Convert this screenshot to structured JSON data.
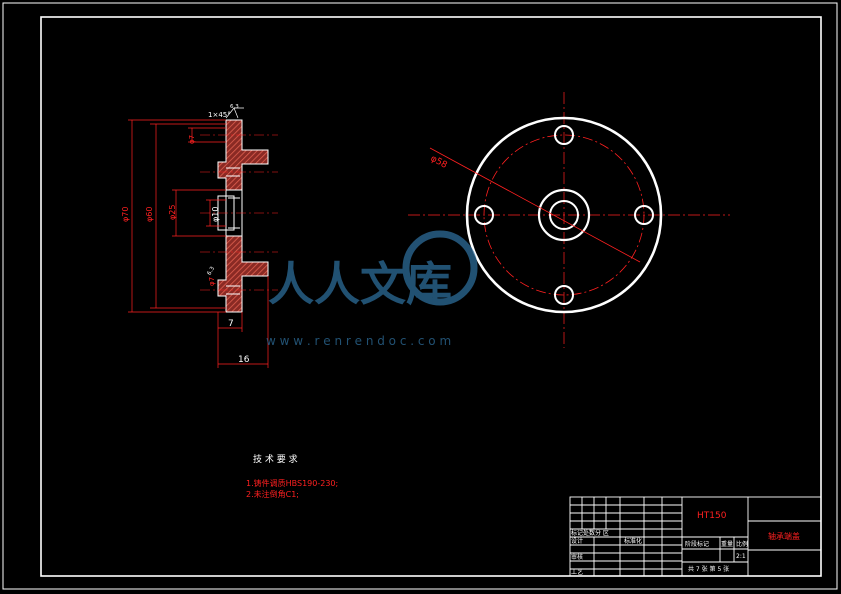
{
  "colors": {
    "background": "#000000",
    "line": "#ffffff",
    "dimension": "#ff2020",
    "hatch": "#d04a3c",
    "center": "#ff2020",
    "watermark": "#2d6c99"
  },
  "section_view": {
    "chamfer_note": "1×45°",
    "roughness": "6.3",
    "dims": {
      "d_outer": "φ70",
      "d_pitch": "φ60",
      "d_bore": "φ25",
      "d_hole": "φ7",
      "d_hole2": "φ7",
      "d_shaft": "φ10",
      "w_flange": "7",
      "w_total": "16"
    }
  },
  "front_view": {
    "dim_label": "φ58"
  },
  "technical_requirements": {
    "heading": "技 术 要 求",
    "items": [
      "1.铸件调质HBS190-230;",
      "2.未注倒角C1;"
    ]
  },
  "title_block": {
    "material": "HT150",
    "part_name": "轴承端盖",
    "row_marks": "标记处数分  区",
    "row_design": "设计",
    "row_std": "标准化",
    "row_review": "审核",
    "row_process": "工艺",
    "stage_label": "阶段标记",
    "weight_label": "重量",
    "scale_label": "比例",
    "scale_value": "2:1",
    "sheet_label": "共 7 张 第 5 张"
  },
  "watermark": {
    "chars": "人人文库",
    "url": "w w w . r e n r e n d o c . c o m"
  }
}
